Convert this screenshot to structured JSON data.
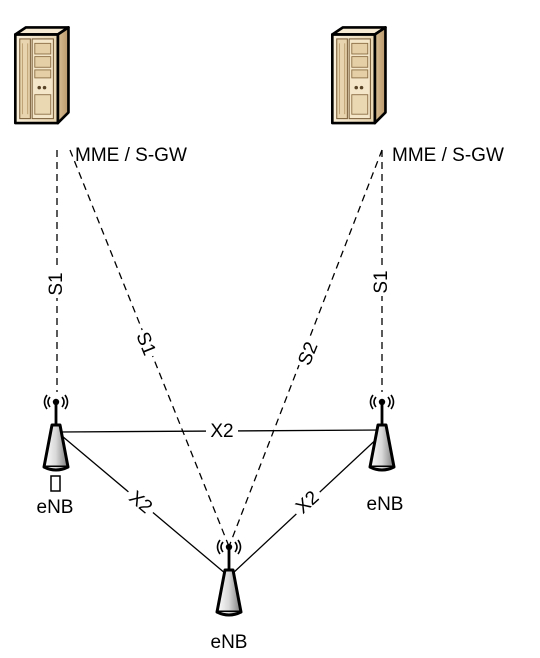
{
  "nodes": {
    "server_left": {
      "label": "MME / S-GW",
      "icon": "server-tower-icon"
    },
    "server_right": {
      "label": "MME / S-GW",
      "icon": "server-tower-icon"
    },
    "enb_left": {
      "label": "eNB",
      "icon": "antenna-icon"
    },
    "enb_right": {
      "label": "eNB",
      "icon": "antenna-icon"
    },
    "enb_bottom": {
      "label": "eNB",
      "icon": "antenna-icon"
    }
  },
  "links": {
    "s1_left_vertical": {
      "label": "S1",
      "style": "dashed"
    },
    "s1_left_diagonal": {
      "label": "S1",
      "style": "dashed"
    },
    "s2_right_diagonal": {
      "label": "S2",
      "style": "dashed"
    },
    "s1_right_vertical": {
      "label": "S1",
      "style": "dashed"
    },
    "x2_top": {
      "label": "X2",
      "style": "solid"
    },
    "x2_left": {
      "label": "X2",
      "style": "solid"
    },
    "x2_right": {
      "label": "X2",
      "style": "solid"
    }
  },
  "colors": {
    "line": "#000000",
    "server_body": "#f0e0c0",
    "server_dark": "#c8ad85"
  }
}
